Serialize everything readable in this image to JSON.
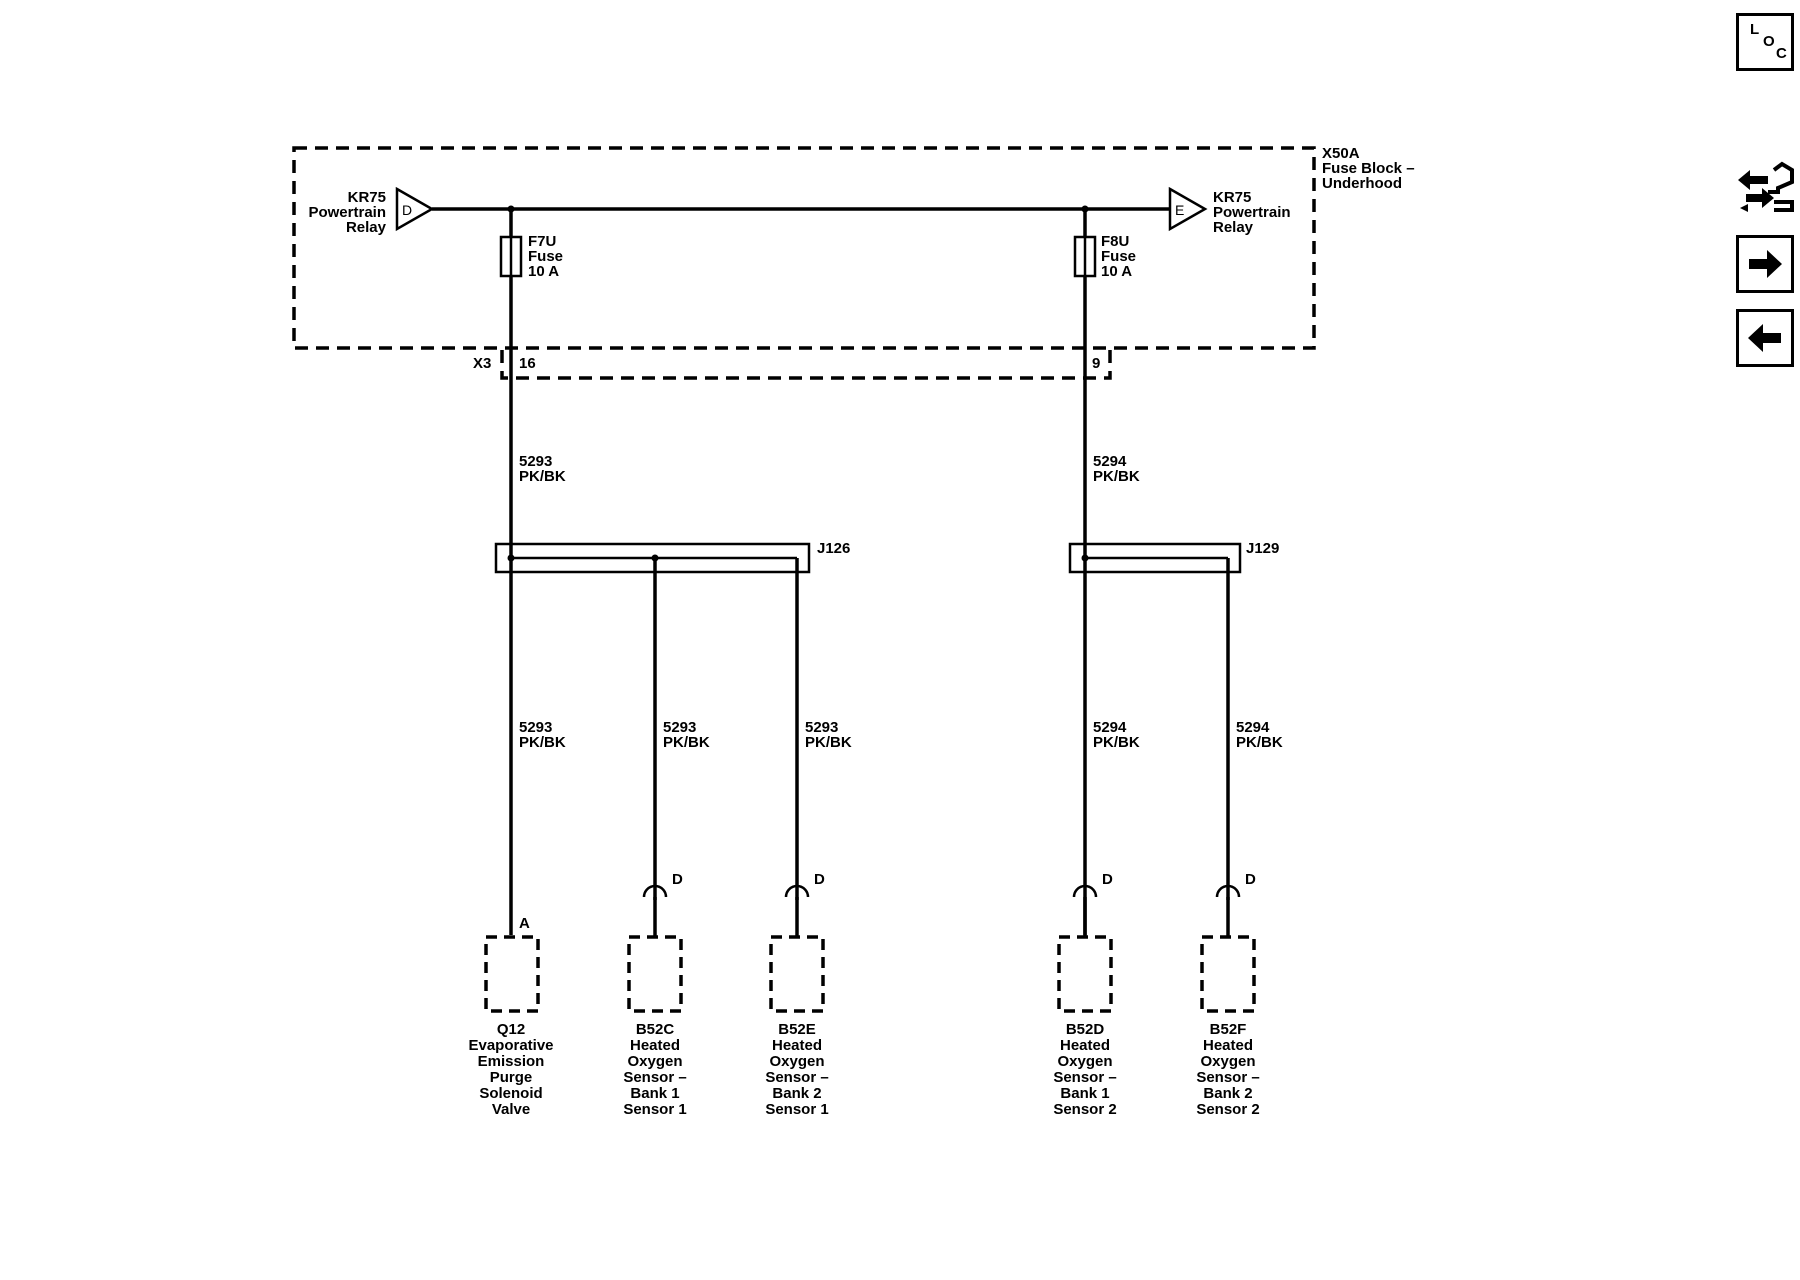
{
  "toolbar": {
    "loc_label": "LOC",
    "loc_parts": [
      "L",
      "O",
      "C"
    ]
  },
  "fuse_block": {
    "id": "X50A",
    "name_line1": "Fuse Block –",
    "name_line2": "Underhood"
  },
  "relay_in": {
    "pin": "D",
    "line1": "KR75",
    "line2": "Powertrain",
    "line3": "Relay"
  },
  "relay_out": {
    "pin": "E",
    "line1": "KR75",
    "line2": "Powertrain",
    "line3": "Relay"
  },
  "fuses": [
    {
      "id": "F7U",
      "type": "Fuse",
      "rating": "10 A"
    },
    {
      "id": "F8U",
      "type": "Fuse",
      "rating": "10 A"
    }
  ],
  "connector": {
    "id": "X3",
    "pin_left": "16",
    "pin_right": "9"
  },
  "splices": [
    {
      "id": "J126"
    },
    {
      "id": "J129"
    }
  ],
  "wires": [
    {
      "circuit": "5293",
      "color": "PK/BK"
    },
    {
      "circuit": "5294",
      "color": "PK/BK"
    },
    {
      "circuit": "5293",
      "color": "PK/BK"
    },
    {
      "circuit": "5293",
      "color": "PK/BK"
    },
    {
      "circuit": "5293",
      "color": "PK/BK"
    },
    {
      "circuit": "5294",
      "color": "PK/BK"
    },
    {
      "circuit": "5294",
      "color": "PK/BK"
    }
  ],
  "components": [
    {
      "pin": "A",
      "id": "Q12",
      "lines": [
        "Evaporative",
        "Emission",
        "Purge",
        "Solenoid",
        "Valve"
      ]
    },
    {
      "pin": "D",
      "id": "B52C",
      "lines": [
        "Heated",
        "Oxygen",
        "Sensor –",
        "Bank 1",
        "Sensor 1"
      ]
    },
    {
      "pin": "D",
      "id": "B52E",
      "lines": [
        "Heated",
        "Oxygen",
        "Sensor –",
        "Bank 2",
        "Sensor 1"
      ]
    },
    {
      "pin": "D",
      "id": "B52D",
      "lines": [
        "Heated",
        "Oxygen",
        "Sensor –",
        "Bank 1",
        "Sensor 2"
      ]
    },
    {
      "pin": "D",
      "id": "B52F",
      "lines": [
        "Heated",
        "Oxygen",
        "Sensor –",
        "Bank 2",
        "Sensor 2"
      ]
    }
  ]
}
